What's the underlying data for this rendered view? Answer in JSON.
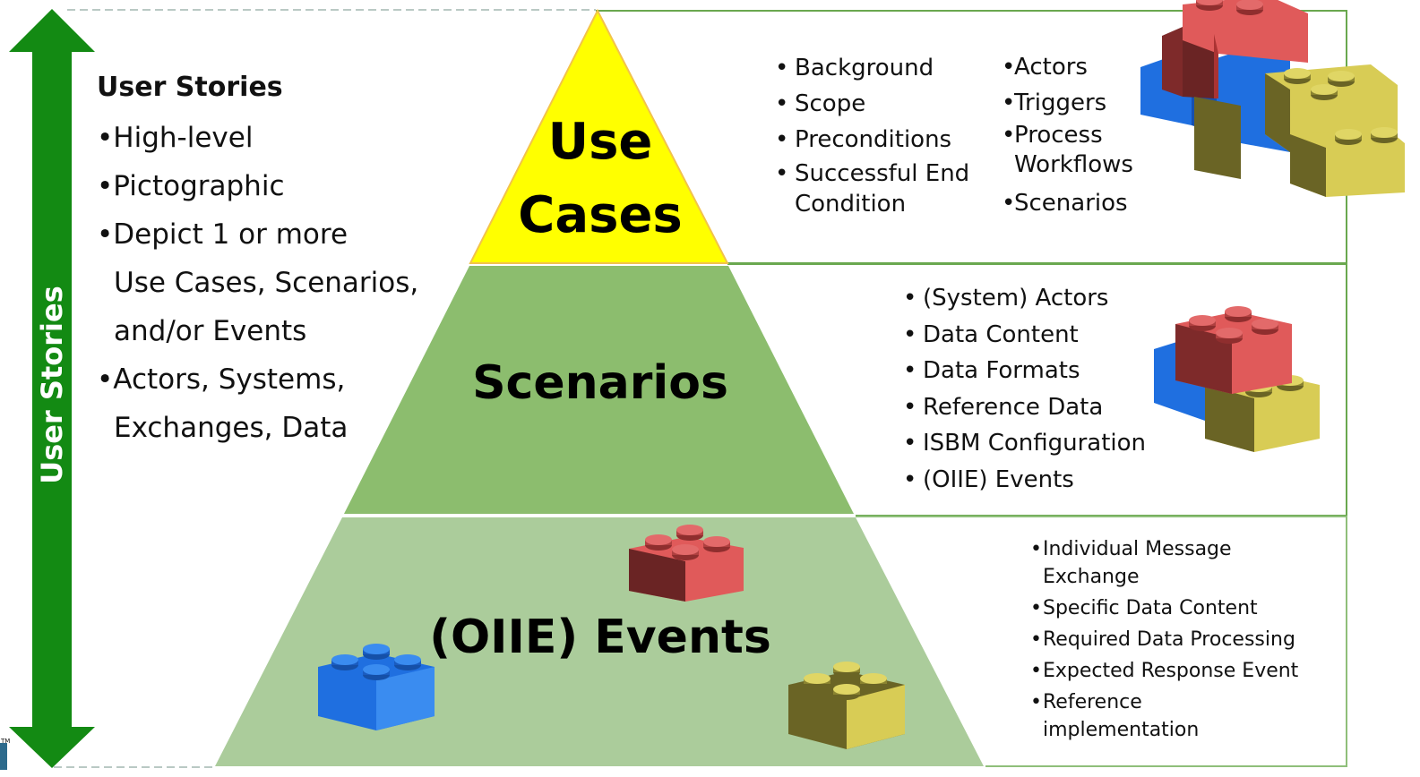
{
  "arrow_label": "User Stories",
  "left_panel": {
    "heading": "User Stories",
    "items": [
      "High-level",
      "Pictographic",
      "Depict 1 or more",
      "Actors, Systems,"
    ],
    "continuation_lines": [
      "Use Cases, Scenarios,",
      "and/or Events",
      "Exchanges, Data"
    ]
  },
  "pyramid": {
    "top": {
      "label_line1": "Use",
      "label_line2": "Cases"
    },
    "middle": {
      "label": "Scenarios"
    },
    "bottom": {
      "label": "(OIIE) Events"
    }
  },
  "use_cases_details": {
    "col1": [
      "Background",
      "Scope",
      "Preconditions",
      "Successful End"
    ],
    "col1_continuation": "Condition",
    "col2": [
      "Actors",
      "Triggers",
      "Process",
      "Scenarios"
    ],
    "col2_continuation": "Workflows"
  },
  "scenarios_details": [
    "(System) Actors",
    "Data Content",
    "Data Formats",
    "Reference Data",
    "ISBM Configuration",
    "(OIIE) Events"
  ],
  "events_details": {
    "items": [
      "Individual Message",
      "Specific Data Content",
      "Required Data Processing",
      "Expected Response Event",
      "Reference"
    ],
    "continuations": [
      "Exchange",
      "implementation"
    ]
  },
  "trademark": "TM",
  "colors": {
    "arrow": "#138a13",
    "top_tier": "#ffff00",
    "middle_tier": "#8cbd6e",
    "bottom_tier": "#abcc9b",
    "box_border": "#6aa84f",
    "brick_red": "#e05a5a",
    "brick_blue": "#1f6fe0",
    "brick_yellow": "#d8cc55"
  }
}
